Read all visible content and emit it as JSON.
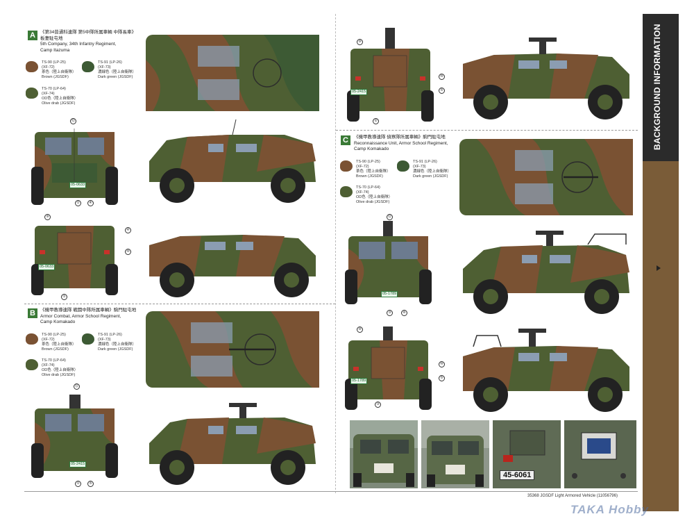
{
  "colors": {
    "brown": "#7a5233",
    "dark_green": "#3d5a34",
    "olive": "#4e5f33",
    "tab": "#7a5c38",
    "letter_bg": "#3a7a36"
  },
  "sidebar": {
    "title": "BACKGROUND INFORMATION"
  },
  "sections": [
    {
      "letter": "A",
      "title": "《第34普通科連隊 第5中隊所属車輌 中隊長車》\n板妻駐屯地\n5th Company, 34th Infantry Regiment,\nCamp Itazuma",
      "paints": [
        {
          "code": "TS-90 (LP-25)\n(XF-72)\n茶色（陸上自衛隊）\nBrown (JGSDF)",
          "color": "#7a5233"
        },
        {
          "code": "TS-91 (LP-26)\n(XF-73)\n濃緑色（陸上自衛隊）\nDark green (JGSDF)",
          "color": "#3d5a34"
        },
        {
          "code": "TS-70 (LP-64)\n(XF-74)\nOD色（陸上自衛隊）\nOlive drab (JGSDF)",
          "color": "#4e5f33"
        }
      ]
    },
    {
      "letter": "B",
      "title": "《機甲教導連隊 戦闘中隊所属車輌》駒門駐屯地\nArmor Combat, Armor School Regiment,\nCamp Komakado",
      "paints": [
        {
          "code": "TS-90 (LP-25)\n(XF-72)\n茶色（陸上自衛隊）\nBrown (JGSDF)",
          "color": "#7a5233"
        },
        {
          "code": "TS-91 (LP-26)\n(XF-73)\n濃緑色（陸上自衛隊）\nDark green (JGSDF)",
          "color": "#3d5a34"
        },
        {
          "code": "TS-70 (LP-64)\n(XF-74)\nOD色（陸上自衛隊）\nOlive drab (JGSDF)",
          "color": "#4e5f33"
        }
      ]
    },
    {
      "letter": "C",
      "title": "《機甲教導連隊 偵察隊所属車輌》駒門駐屯地\nReconnaissance Unit, Armor School Regiment,\nCamp Komakado",
      "paints": [
        {
          "code": "TS-90 (LP-25)\n(XF-72)\n茶色（陸上自衛隊）\nBrown (JGSDF)",
          "color": "#7a5233"
        },
        {
          "code": "TS-91 (LP-26)\n(XF-73)\n濃緑色（陸上自衛隊）\nDark green (JGSDF)",
          "color": "#3d5a34"
        },
        {
          "code": "TS-70 (LP-64)\n(XF-74)\nOD色（陸上自衛隊）\nOlive drab (JGSDF)",
          "color": "#4e5f33"
        }
      ]
    }
  ],
  "plates": {
    "a": "05-0633",
    "b": "05-2415",
    "c": "05-1789"
  },
  "callouts": {
    "c1": "①",
    "c2": "②",
    "c3": "③",
    "c4": "④",
    "c5": "⑤",
    "c6": "⑥",
    "c9": "⑨",
    "c10": "⑩",
    "c12": "⑫"
  },
  "photo_plate": "45-6061",
  "footer": "35368 JGSDF Light Armored Vehicle (11056796)",
  "watermark": "TAKA Hobby"
}
